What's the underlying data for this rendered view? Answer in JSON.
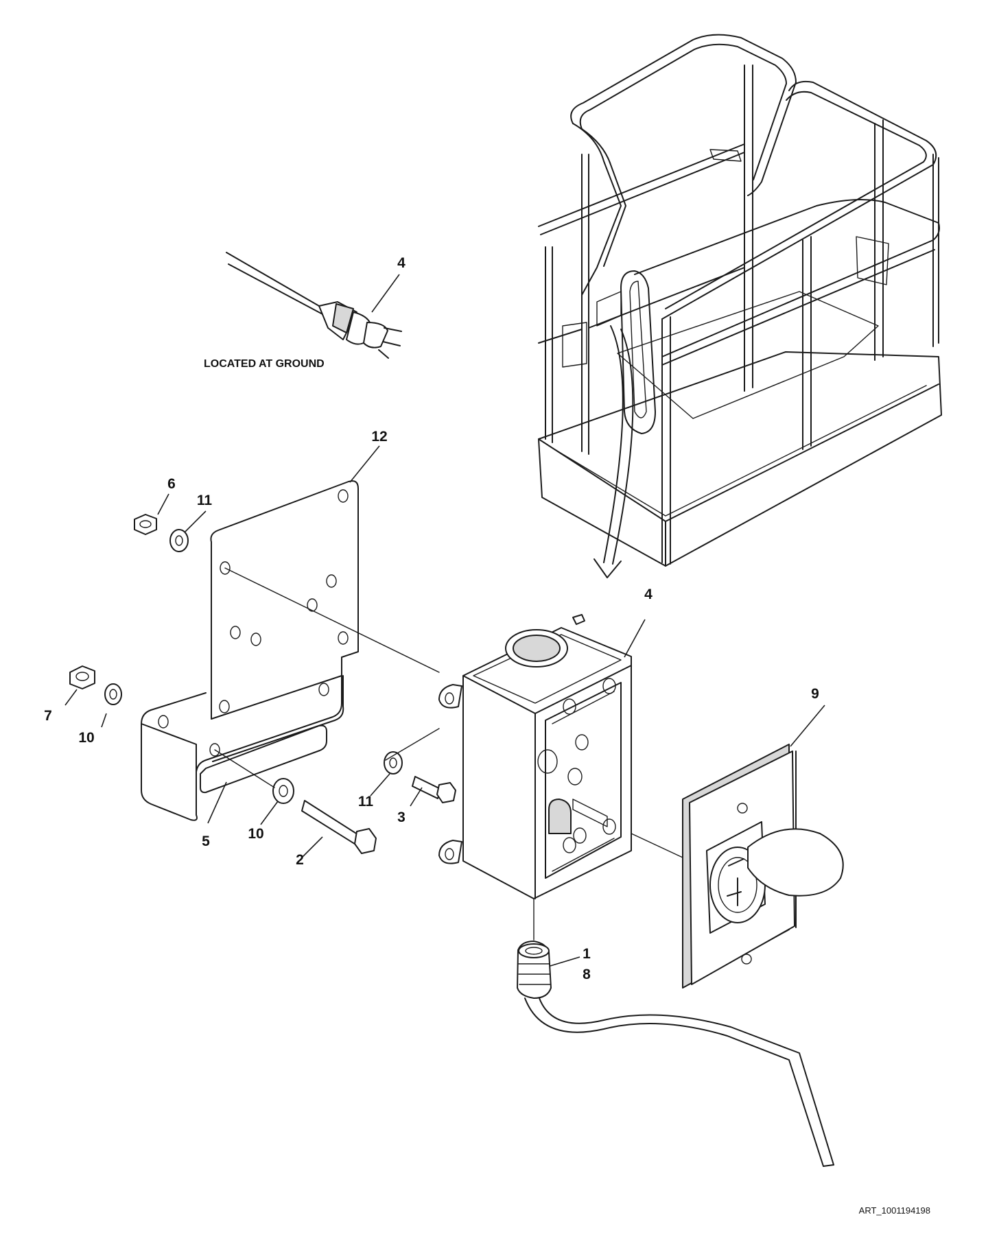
{
  "callouts": {
    "plug": "4",
    "box": "4",
    "plate": "12",
    "nut_top": "6",
    "washer_top": "11",
    "nut_left": "7",
    "washer_left": "10",
    "clip": "5",
    "washer_mid": "10",
    "bolt_long": "2",
    "washer_right": "11",
    "bolt_short": "3",
    "cover": "9",
    "fitting_a": "1",
    "fitting_b": "8"
  },
  "notes": {
    "ground": "LOCATED AT GROUND"
  },
  "art_id": "ART_1001194198"
}
